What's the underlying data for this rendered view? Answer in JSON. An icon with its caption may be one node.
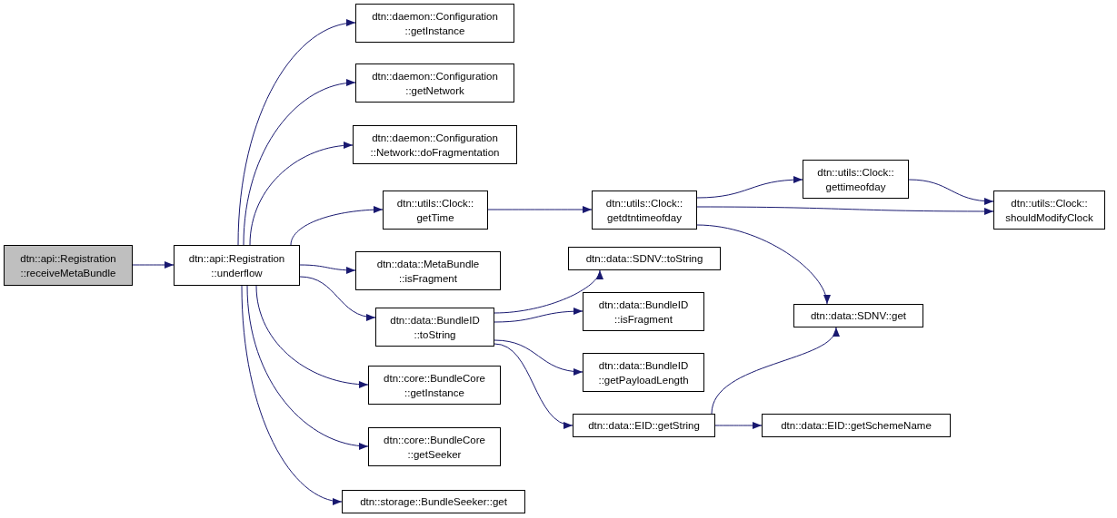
{
  "diagram": {
    "nodes": [
      {
        "text": [
          "dtn::api::Registration ::receiveMetaBundle"
        ]
      },
      {
        "text": [
          "dtn::api::Registration ::underflow"
        ]
      },
      {
        "text": [
          "dtn::daemon::Configuration ::getInstance"
        ]
      },
      {
        "text": [
          "dtn::daemon::Configuration ::getNetwork"
        ]
      },
      {
        "text": [
          "dtn::daemon::Configuration ::Network::doFragmentation"
        ]
      },
      {
        "text": [
          "dtn::utils::Clock:: getTime"
        ]
      },
      {
        "text": [
          "dtn::data::MetaBundle ::isFragment"
        ]
      },
      {
        "text": [
          "dtn::data::BundleID ::toString"
        ]
      },
      {
        "text": [
          "dtn::core::BundleCore ::getInstance"
        ]
      },
      {
        "text": [
          "dtn::core::BundleCore ::getSeeker"
        ]
      },
      {
        "text": [
          "dtn::storage::BundleSeeker::get"
        ]
      },
      {
        "text": [
          "dtn::utils::Clock:: getdtntimeofday"
        ]
      },
      {
        "text": [
          "dtn::data::SDNV::toString"
        ]
      },
      {
        "text": [
          "dtn::data::BundleID ::isFragment"
        ]
      },
      {
        "text": [
          "dtn::data::BundleID ::getPayloadLength"
        ]
      },
      {
        "text": [
          "dtn::data::EID::getString"
        ]
      },
      {
        "text": [
          "dtn::utils::Clock:: gettimeofday"
        ]
      },
      {
        "text": [
          "dtn::utils::Clock:: shouldModifyClock"
        ]
      },
      {
        "text": [
          "dtn::data::SDNV::get"
        ]
      },
      {
        "text": [
          "dtn::data::EID::getSchemeName"
        ]
      }
    ],
    "edges": [
      {
        "from": 0,
        "to": 1,
        "arrow": "to"
      },
      {
        "from": 1,
        "to": 2,
        "arrow": "to"
      },
      {
        "from": 1,
        "to": 3,
        "arrow": "to"
      },
      {
        "from": 1,
        "to": 4,
        "arrow": "to"
      },
      {
        "from": 1,
        "to": 5,
        "arrow": "to"
      },
      {
        "from": 1,
        "to": 6,
        "arrow": "to"
      },
      {
        "from": 1,
        "to": 7,
        "arrow": "to"
      },
      {
        "from": 1,
        "to": 8,
        "arrow": "to"
      },
      {
        "from": 1,
        "to": 9,
        "arrow": "to"
      },
      {
        "from": 1,
        "to": 10,
        "arrow": "to"
      },
      {
        "from": 5,
        "to": 11,
        "arrow": "to"
      },
      {
        "from": 11,
        "to": 16,
        "arrow": "to"
      },
      {
        "from": 11,
        "to": 17,
        "arrow": "to"
      },
      {
        "from": 16,
        "to": 17,
        "arrow": "to"
      },
      {
        "from": 11,
        "to": 18,
        "arrow": "to"
      },
      {
        "from": 7,
        "to": 12,
        "arrow": "to"
      },
      {
        "from": 7,
        "to": 13,
        "arrow": "to"
      },
      {
        "from": 7,
        "to": 14,
        "arrow": "to"
      },
      {
        "from": 7,
        "to": 15,
        "arrow": "to"
      },
      {
        "from": 15,
        "to": 18,
        "arrow": "to"
      },
      {
        "from": 15,
        "to": 19,
        "arrow": "to"
      }
    ]
  }
}
